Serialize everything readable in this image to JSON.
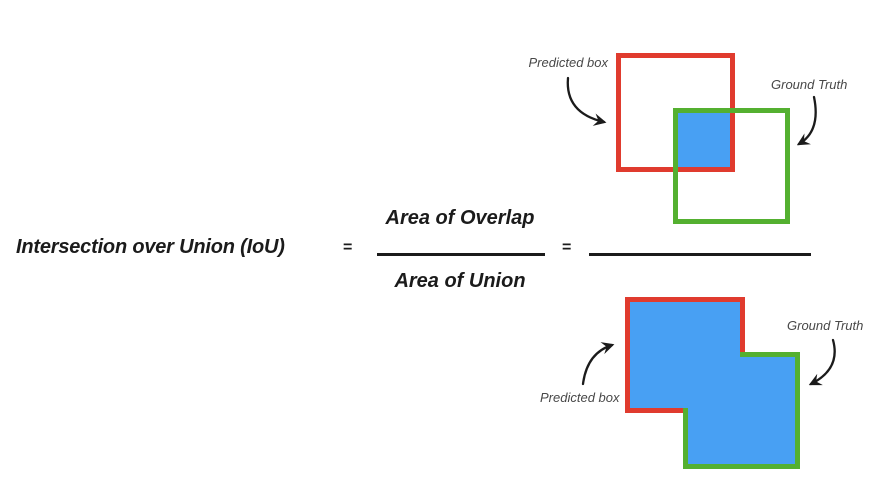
{
  "equation": {
    "title": "Intersection over Union (IoU)",
    "equals": "=",
    "numerator": "Area of Overlap",
    "denominator": "Area of Union"
  },
  "diagrams": {
    "overlap": {
      "predicted_label": "Predicted box",
      "ground_truth_label": "Ground Truth"
    },
    "union": {
      "predicted_label": "Predicted box",
      "ground_truth_label": "Ground Truth"
    }
  },
  "colors": {
    "predicted_box": "#E03B2E",
    "ground_truth_box": "#54B030",
    "overlap_fill": "#48A0F3",
    "arrow": "#1b1b1b"
  }
}
